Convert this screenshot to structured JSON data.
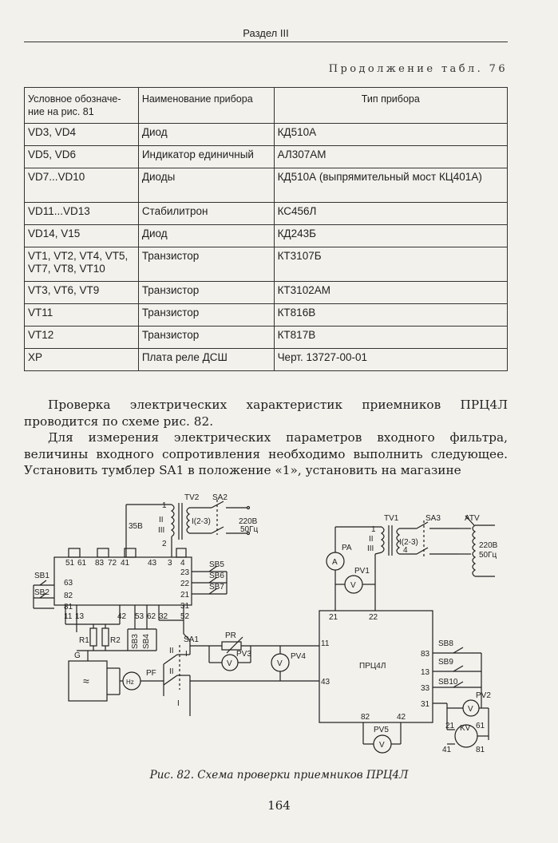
{
  "header": {
    "section": "Раздел III"
  },
  "table_continuation": "Продолжение табл. 76",
  "table": {
    "headers": [
      "Условное обозначе-ние на рис. 81",
      "Наименование прибора",
      "Тип прибора"
    ],
    "rows": [
      [
        "VD3, VD4",
        "Диод",
        "КД510А"
      ],
      [
        "VD5, VD6",
        "Индикатор единичный",
        "АЛ307АМ"
      ],
      [
        "VD7...VD10",
        "Диоды",
        "КД510А (выпрямительный мост КЦ401А)"
      ],
      [
        "VD11...VD13",
        "Стабилитрон",
        "КС456Л"
      ],
      [
        "VD14, V15",
        "Диод",
        "КД243Б"
      ],
      [
        "VT1, VT2, VT4, VT5, VT7, VT8, VT10",
        "Транзистор",
        "КТ3107Б"
      ],
      [
        "VT3, VT6, VT9",
        "Транзистор",
        "КТ3102АМ"
      ],
      [
        "VT11",
        "Транзистор",
        "КТ816В"
      ],
      [
        "VT12",
        "Транзистор",
        "КТ817В"
      ],
      [
        "ХР",
        "Плата реле ДСШ",
        "Черт. 13727-00-01"
      ]
    ]
  },
  "paragraphs": [
    "Проверка электрических характеристик приемников ПРЦ4Л проводится по схеме рис. 82.",
    "Для измерения электрических параметров входного фильтра, величины входного сопротивления необходимо выполнить следующее. Установить тумблер SA1 в положение «1», установить на магазине"
  ],
  "schematic": {
    "labels": {
      "tv2": "TV2",
      "sa2": "SA2",
      "tv2_w1": "1",
      "tv2_w2": "2",
      "tv2_ii": "II",
      "tv2_iii": "III",
      "tv2_i23": "I(2-3)",
      "mains_left_v": "220В",
      "mains_left_f": "50Гц",
      "v35": "35В",
      "blk_top": [
        "51",
        "61",
        "83",
        "72",
        "41",
        "43",
        "3",
        "4"
      ],
      "blk_left": [
        "63",
        "82",
        "81"
      ],
      "blk_right": [
        "23",
        "22",
        "21",
        "31",
        "52"
      ],
      "blk_bottom": [
        "11",
        "13",
        "42",
        "53",
        "62",
        "32"
      ],
      "sb1": "SB1",
      "sb2": "SB2",
      "sb5": "SB5",
      "sb6": "SB6",
      "sb7": "SB7",
      "r1": "R1",
      "r2": "R2",
      "sb3": "SB3",
      "sb4": "SB4",
      "g": "G",
      "gen": "≈",
      "pf": "PF",
      "hz": "Hz",
      "sa1": "SA1",
      "sa1_ii": "II",
      "sa1_i_top": "I",
      "sa1_ii_low": "II",
      "sa1_i_low": "I",
      "pr": "PR",
      "pv3": "PV3",
      "pv4": "PV4",
      "v": "V",
      "pa": "PA",
      "a": "A",
      "pv1": "PV1",
      "tv1": "TV1",
      "tv1_1": "1",
      "tv1_ii": "II",
      "tv1_iii": "III",
      "tv1_i23": "I(2-3)",
      "tv1_4": "4",
      "sa3": "SA3",
      "atv": "ATV",
      "mains_right_v": "220В",
      "mains_right_f": "50Гц",
      "prc": "ПРЦ4Л",
      "prc_pins": [
        "21",
        "22",
        "11",
        "43",
        "83",
        "13",
        "33",
        "31",
        "82",
        "42"
      ],
      "sb8": "SB8",
      "sb9": "SB9",
      "sb10": "SB10",
      "pv2": "PV2",
      "kv": "KV",
      "kv_21": "21",
      "kv_61": "61",
      "kv_41": "41",
      "kv_81": "81",
      "pv5": "PV5"
    }
  },
  "caption": "Рис. 82. Схема проверки приемников ПРЦ4Л",
  "page_number": "164"
}
